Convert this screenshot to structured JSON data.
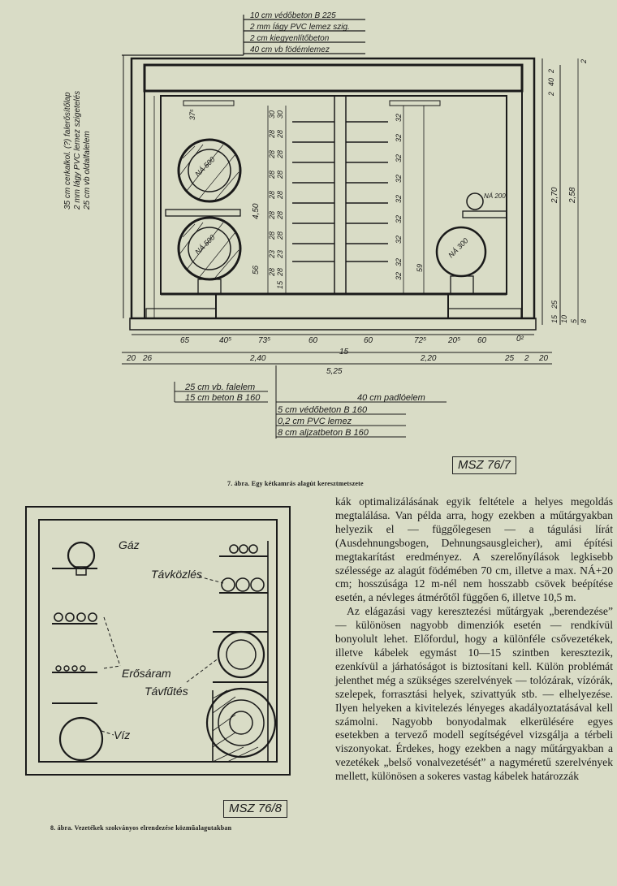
{
  "figure7": {
    "top_labels": [
      "10 cm védőbeton B 225",
      "2 mm Íágy PVC lemez szig.",
      "2 cm kiegyenlítőbeton",
      "40 cm vb födémlemez"
    ],
    "left_vertical_labels": [
      "35 cm cerkalkol. (?) falerősítőlap",
      "2 mm lágy PVC lemez szigetelés",
      "25 cm vb oldalfalelem"
    ],
    "pipe_labels": [
      "NÁ 500",
      "NÁ 500",
      "NÁ 300",
      "NÁ 200"
    ],
    "vertical_dims_left": [
      "37⁵",
      "4,50",
      "56",
      "15"
    ],
    "shelf_spacing": [
      "30",
      "28",
      "28",
      "28",
      "28",
      "28",
      "28",
      "23",
      "28"
    ],
    "mid_dims": [
      "32",
      "32",
      "32",
      "32",
      "32",
      "32",
      "32",
      "32",
      "59",
      "32"
    ],
    "right_dims": [
      "2",
      "40",
      "2",
      "2,70",
      "2,58",
      "25",
      "15",
      "10",
      "5",
      "8",
      "2"
    ],
    "bottom_dims_row1": [
      "65",
      "40⁵",
      "73⁵",
      "60",
      "60",
      "72⁵",
      "20⁵",
      "60",
      "0²"
    ],
    "bottom_dims_row2": [
      "20",
      "26",
      "2,40",
      "15",
      "2,20",
      "25",
      "2",
      "20"
    ],
    "bottom_dims_row3": [
      "5,25"
    ],
    "bottom_labels_left": [
      "25 cm vb. falelem",
      "15 cm beton B 160"
    ],
    "bottom_labels_right": [
      "40 cm padlóelem",
      "5 cm védőbeton B 160",
      "0,2 cm PVC lemez",
      "8 cm aljzatbeton B 160"
    ],
    "ref": "MSZ 76/7",
    "caption": "7. ábra. Egy kétkamrás alagút keresztmetszete"
  },
  "figure8": {
    "labels": [
      "Gáz",
      "Távközlés",
      "Erősáram",
      "Távfűtés",
      "Víz"
    ],
    "ref": "MSZ 76/8",
    "caption": "8. ábra. Vezetékek szokványos elrendezése közműalagutakban"
  },
  "text": {
    "paragraphs": [
      "kák optimalizálásának egyik feltétele a helyes megoldás megtalálása. Van példa arra, hogy ezekben a műtárgyakban helyezik el — függőlegesen — a tágulási lírát (Ausdehnungsbogen, Dehnungsausgleicher), ami építési megtakarítást eredményez. A szerelőnyílások legkisebb szélessége az alagút födémében 70 cm, illetve a max. NÁ+20 cm; hosszúsága 12 m-nél nem hosszabb csövek beépítése esetén, a névleges átmérőtől függően 6, illetve 10,5 m.",
      "Az elágazási vagy keresztezési műtárgyak „berendezése” — különösen nagyobb dimenziók esetén — rendkívül bonyolult lehet. Előfordul, hogy a különféle csővezetékek, illetve kábelek egymást 10—15 szintben keresztezik, ezenkívül a járhatóságot is biztosítani kell. Külön problémát jelenthet még a szükséges szerelvények — tolózárak, vízórák, szelepek, forrasztási helyek, szivattyúk stb. — elhelyezése. Ilyen helyeken a kivitelezés lényeges akadályoztatásával kell számolni. Nagyobb bonyodalmak elkerülésére egyes esetekben a tervező modell segítségével vizsgálja a térbeli viszonyokat. Érdekes, hogy ezekben a nagy műtárgyakban a vezetékek „belső vonalvezetését” a nagyméretű szerelvények mellett, különösen a sokeres vastag kábelek határozzák"
    ]
  }
}
